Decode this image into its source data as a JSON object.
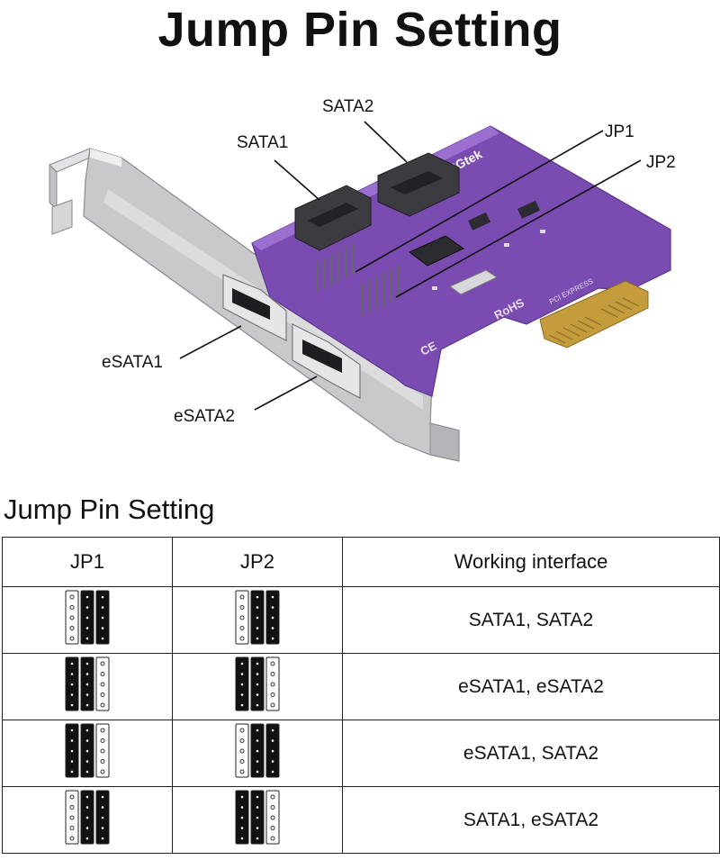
{
  "title": "Jump Pin Setting",
  "labels": {
    "sata1": "SATA1",
    "sata2": "SATA2",
    "jp1": "JP1",
    "jp2": "JP2",
    "esata1": "eSATA1",
    "esata2": "eSATA2"
  },
  "board_marks": {
    "brand": "DGtek",
    "rohs": "RoHS",
    "pci_express": "PCI EXPRESS",
    "ce": "CE"
  },
  "section_title": "Jump Pin Setting",
  "table": {
    "headers": [
      "JP1",
      "JP2",
      "Working interface"
    ],
    "rows": [
      {
        "jp1": "left-open",
        "jp2": "left-open",
        "interface": "SATA1, SATA2"
      },
      {
        "jp1": "right-open",
        "jp2": "right-open",
        "interface": "eSATA1, eSATA2"
      },
      {
        "jp1": "right-open",
        "jp2": "left-open",
        "interface": "eSATA1, SATA2"
      },
      {
        "jp1": "left-open",
        "jp2": "right-open",
        "interface": "SATA1, eSATA2"
      }
    ]
  },
  "colors": {
    "board": "#7a4bb0",
    "bracket": "#c9c9cc",
    "connector": "#3c3c40",
    "jumper_closed": "#111111",
    "pin_open": "#ffffff"
  }
}
